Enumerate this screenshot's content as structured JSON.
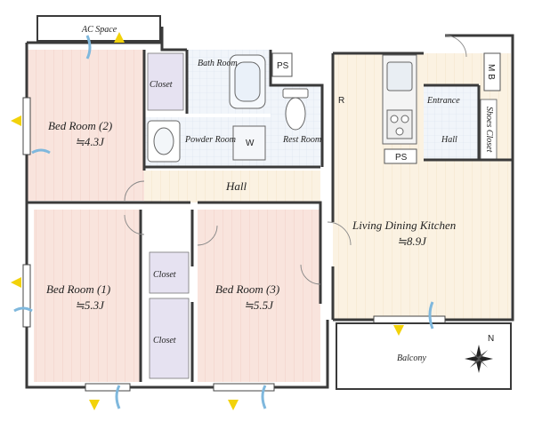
{
  "rooms": {
    "ac_space": "AC Space",
    "bed2": {
      "name": "Bed Room (2)",
      "size": "≒4.3J"
    },
    "bed1": {
      "name": "Bed Room (1)",
      "size": "≒5.3J"
    },
    "bed3": {
      "name": "Bed Room (3)",
      "size": "≒5.5J"
    },
    "ldk": {
      "name": "Living Dining Kitchen",
      "size": "≒8.9J"
    },
    "closet_top": "Closet",
    "closet_mid": "Closet",
    "closet_low": "Closet",
    "bath": "Bath Room",
    "powder": "Powder Room",
    "rest": "Rest Room",
    "hall_center": "Hall",
    "hall_entry": "Hall",
    "entrance": "Entrance",
    "shoes_closet": "Shoes Closet",
    "balcony": "Balcony",
    "ps_top": "PS",
    "ps_kitchen": "PS",
    "mb": "M B",
    "washer": "W",
    "fridge": "R",
    "north": "N"
  },
  "colors": {
    "bedroom_floor": "#f9e4dd",
    "ldk_floor": "#fbf2e2",
    "closet": "#e6e2f1",
    "wet_area": "#eef4fb",
    "wall": "#3a3a3a",
    "arrow_in": "#f2d20a",
    "arrow_out": "#7fb8dd"
  }
}
